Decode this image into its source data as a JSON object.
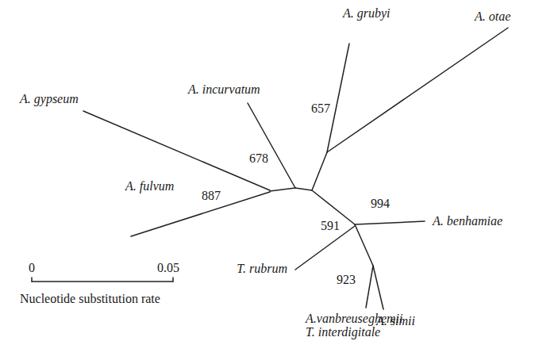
{
  "diagram": {
    "labels": [
      "A. grubyi",
      "A. otae",
      "A. incurvatum",
      "657",
      "A. gypseum",
      "678",
      "887",
      "A. fulvum",
      "994",
      "591",
      "A. benhamiae",
      "T. rubrum",
      "923",
      "A.vanbreuseghemii",
      "T. interdigitale",
      "A. simii",
      "0",
      "0.05",
      "Nucleotide substitution rate"
    ]
  }
}
